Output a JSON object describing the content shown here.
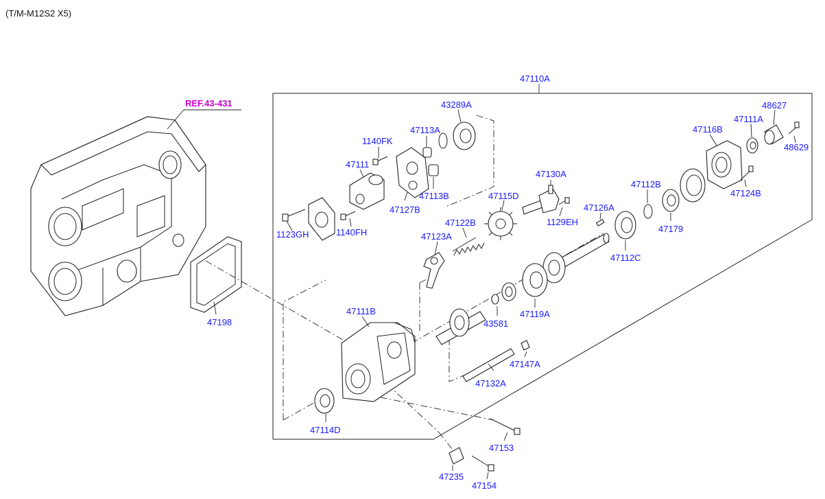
{
  "header": {
    "model_code": "(T/M-M12S2 X5)"
  },
  "reference": {
    "label": "REF.43-431"
  },
  "assembly": {
    "label": "47110A"
  },
  "parts": {
    "p43289A": "43289A",
    "p1140FK": "1140FK",
    "p47113A": "47113A",
    "p47111": "47111",
    "p47127B": "47127B",
    "p47113B": "47113B",
    "p1123GH": "1123GH",
    "p1140FH": "1140FH",
    "p47130A": "47130A",
    "p47115D": "47115D",
    "p1129EH": "1129EH",
    "p47122B": "47122B",
    "p47123A": "47123A",
    "p47126A": "47126A",
    "p47112B": "47112B",
    "p47116B": "47116B",
    "p47111A": "47111A",
    "p48627": "48627",
    "p48629": "48629",
    "p47124B": "47124B",
    "p47179": "47179",
    "p47112C": "47112C",
    "p47198": "47198",
    "p47111B": "47111B",
    "p43581": "43581",
    "p47119A": "47119A",
    "p47147A": "47147A",
    "p47132A": "47132A",
    "p47114D": "47114D",
    "p47153": "47153",
    "p47235": "47235",
    "p47154": "47154"
  },
  "colors": {
    "label": "#1a1aff",
    "reference": "#cc00cc",
    "line": "#222222"
  }
}
